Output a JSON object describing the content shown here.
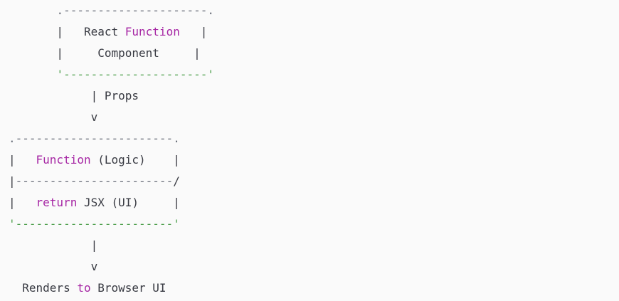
{
  "diagram": {
    "title": "React Function Component ASCII flow diagram",
    "theme": {
      "background": "#fafafa",
      "default_text": "#383a42",
      "keyword": "#a626a4",
      "string": "#50a14f",
      "punctuation": "#6a6f7a"
    },
    "lines": [
      {
        "id": "line-1",
        "name": "top-box-top-border",
        "segments": [
          {
            "text": "       ",
            "style": "plain"
          },
          {
            "text": ".",
            "style": "punct"
          },
          {
            "text": "---------------------",
            "style": "punct"
          },
          {
            "text": ".",
            "style": "punct"
          }
        ]
      },
      {
        "id": "line-2",
        "name": "top-box-title-row",
        "segments": [
          {
            "text": "       |   React ",
            "style": "plain"
          },
          {
            "text": "Function",
            "style": "keyword"
          },
          {
            "text": "   |",
            "style": "plain"
          }
        ]
      },
      {
        "id": "line-3",
        "name": "top-box-subtitle-row",
        "segments": [
          {
            "text": "       |     Component     |",
            "style": "plain"
          }
        ]
      },
      {
        "id": "line-4",
        "name": "top-box-bottom-border",
        "segments": [
          {
            "text": "       ",
            "style": "plain"
          },
          {
            "text": "'---------------------'",
            "style": "string"
          }
        ]
      },
      {
        "id": "line-5",
        "name": "props-connector-label",
        "segments": [
          {
            "text": "            | Props",
            "style": "plain"
          }
        ]
      },
      {
        "id": "line-6",
        "name": "props-arrow-head",
        "segments": [
          {
            "text": "            v",
            "style": "plain"
          }
        ]
      },
      {
        "id": "line-7",
        "name": "mid-box-top-border",
        "segments": [
          {
            "text": "",
            "style": "plain"
          },
          {
            "text": ".-----------------------.",
            "style": "punct"
          }
        ]
      },
      {
        "id": "line-8",
        "name": "mid-box-logic-row",
        "segments": [
          {
            "text": "|   ",
            "style": "plain"
          },
          {
            "text": "Function",
            "style": "keyword"
          },
          {
            "text": " (Logic)    |",
            "style": "plain"
          }
        ]
      },
      {
        "id": "line-9",
        "name": "mid-box-divider",
        "segments": [
          {
            "text": "|",
            "style": "plain"
          },
          {
            "text": "-----------------------",
            "style": "punct"
          },
          {
            "text": "/",
            "style": "plain"
          }
        ]
      },
      {
        "id": "line-10",
        "name": "mid-box-return-row",
        "segments": [
          {
            "text": "|   ",
            "style": "plain"
          },
          {
            "text": "return",
            "style": "keyword"
          },
          {
            "text": " JSX (UI)     |",
            "style": "plain"
          }
        ]
      },
      {
        "id": "line-11",
        "name": "mid-box-bottom-border",
        "segments": [
          {
            "text": "'-----------------------'",
            "style": "string"
          }
        ]
      },
      {
        "id": "line-12",
        "name": "render-connector-line",
        "segments": [
          {
            "text": "            |",
            "style": "plain"
          }
        ]
      },
      {
        "id": "line-13",
        "name": "render-arrow-head",
        "segments": [
          {
            "text": "            v",
            "style": "plain"
          }
        ]
      },
      {
        "id": "line-14",
        "name": "render-output-label",
        "segments": [
          {
            "text": "  Renders ",
            "style": "plain"
          },
          {
            "text": "to",
            "style": "keyword"
          },
          {
            "text": " Browser UI",
            "style": "plain"
          }
        ]
      }
    ]
  }
}
